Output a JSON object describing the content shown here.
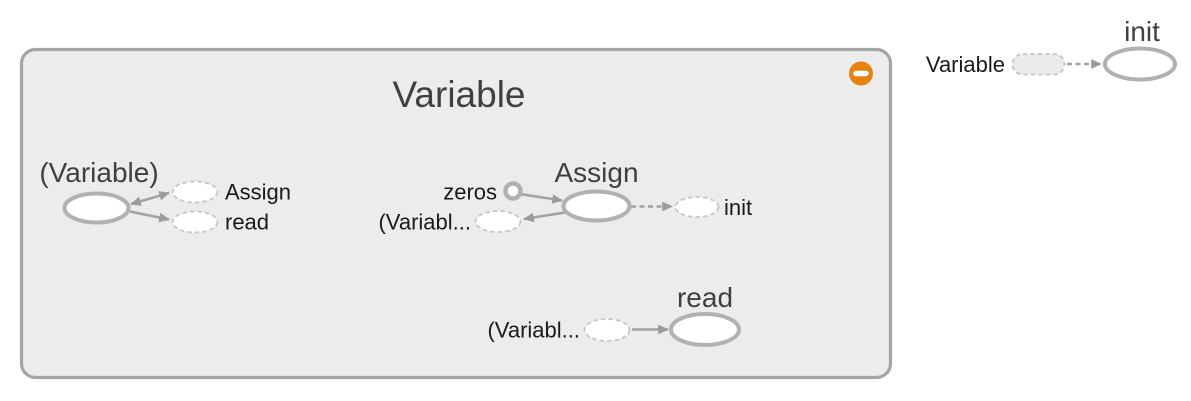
{
  "graph": {
    "group": {
      "title": "Variable"
    },
    "nodes": {
      "variable": {
        "title": "(Variable)"
      },
      "assign": {
        "title": "Assign"
      },
      "read": {
        "title": "read"
      },
      "init": {
        "title": "init"
      }
    },
    "annotations": {
      "variable_out_assign": "Assign",
      "variable_out_read": "read",
      "assign_in_zeros": "zeros",
      "assign_in_variable": "(Variabl...",
      "assign_out_init": "init",
      "read_in_variable": "(Variabl...",
      "init_in_variable": "Variable"
    },
    "colors": {
      "group_fill": "#ececec",
      "group_stroke": "#a5a5a5",
      "node_stroke": "#b1b1b1",
      "node_fill": "#ffffff",
      "dashed_stroke": "#c6c6c6",
      "edge": "#a2a2a2",
      "arrow": "#9b9b9b",
      "title_text": "#404040",
      "annotation_text": "#1a1a1a",
      "collapse_button": "#e8820e",
      "metanode_annotation_fill": "#ebebeb"
    }
  }
}
